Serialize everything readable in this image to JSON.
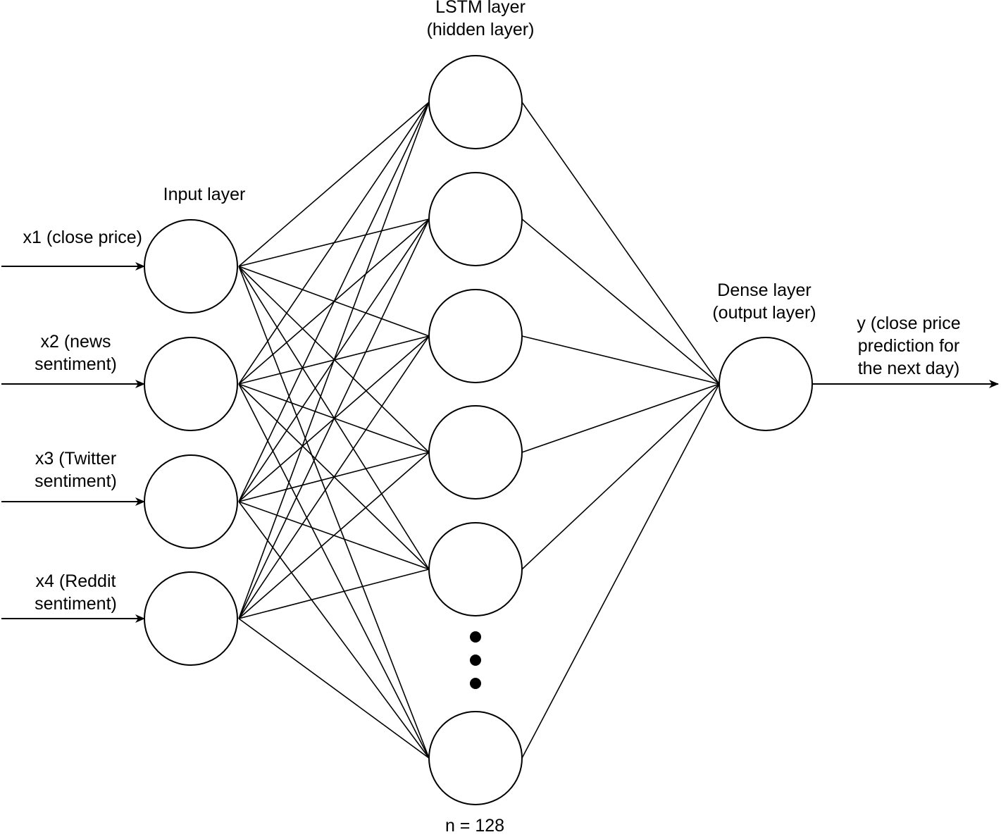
{
  "input_layer": {
    "title": "Input layer",
    "inputs": [
      {
        "id": "x1",
        "label_lines": [
          "x1 (close price)"
        ]
      },
      {
        "id": "x2",
        "label_lines": [
          "x2 (news",
          "sentiment)"
        ]
      },
      {
        "id": "x3",
        "label_lines": [
          "x3 (Twitter",
          "sentiment)"
        ]
      },
      {
        "id": "x4",
        "label_lines": [
          "x4 (Reddit",
          "sentiment)"
        ]
      }
    ]
  },
  "hidden_layer": {
    "title_lines": [
      "LSTM layer",
      "(hidden layer)"
    ],
    "visible_node_count": 6,
    "ellipsis": true,
    "size_label": "n = 128"
  },
  "output_layer": {
    "title_lines": [
      "Dense layer",
      "(output layer)"
    ],
    "output_label_lines": [
      "y (close price",
      "prediction for",
      "the next day)"
    ]
  },
  "colors": {
    "stroke": "#000000",
    "background": "#ffffff"
  }
}
